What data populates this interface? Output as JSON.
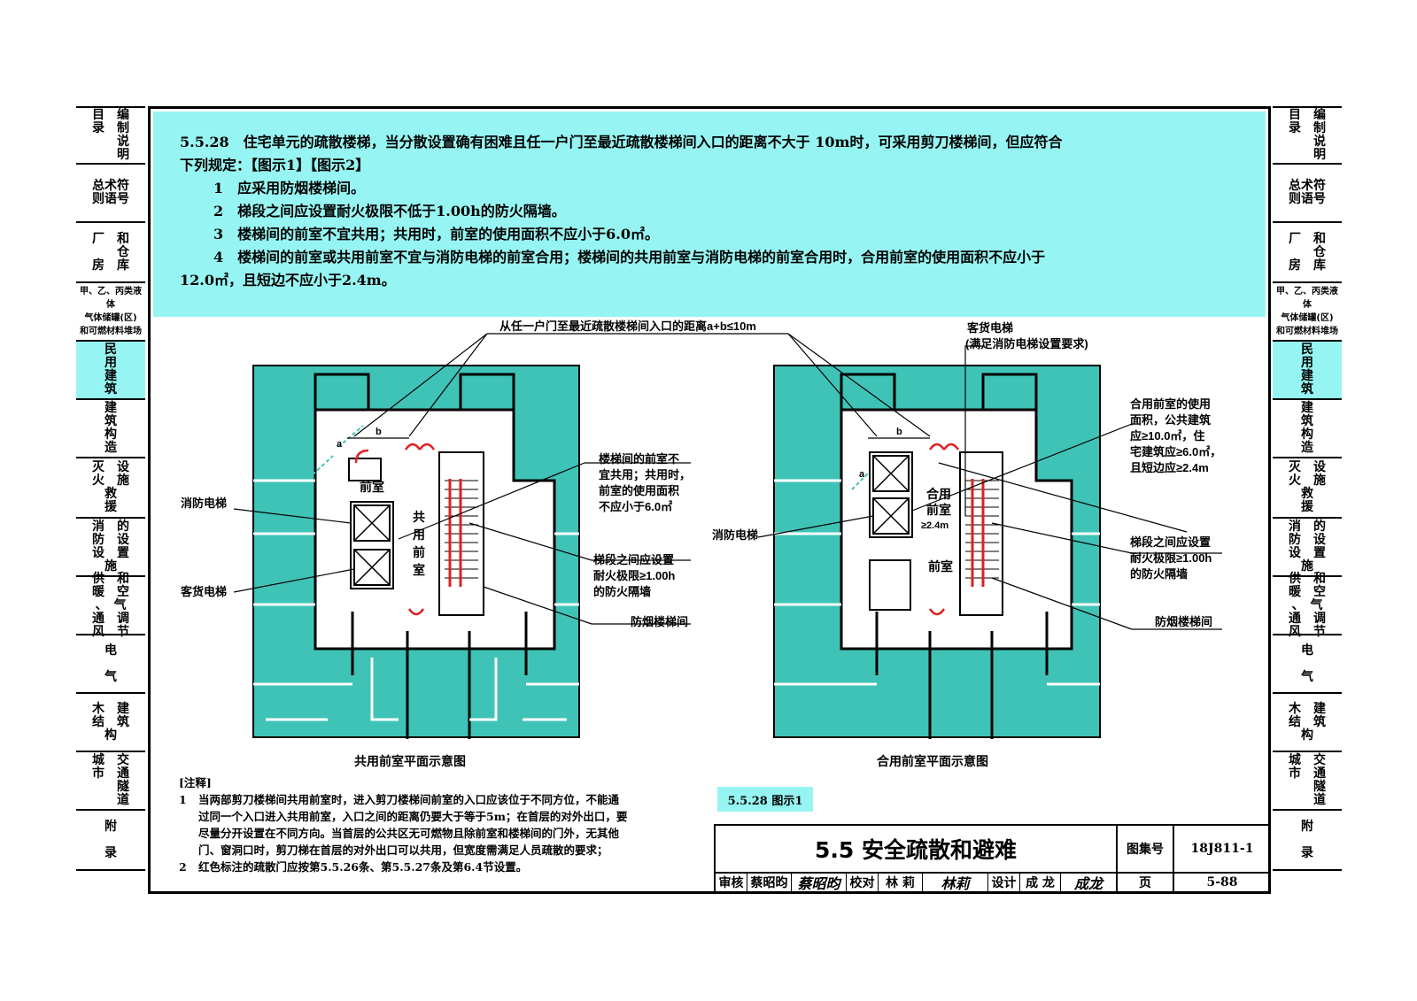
{
  "side_tabs": [
    "目　编\n录　制\n　　说\n　　明",
    "总术符\n则语号",
    "厂　和\n　　仓\n房　库",
    "甲、乙、丙类液体\n气体储罐(区)\n和可燃材料堆场",
    "民\n用\n建\n筑",
    "建\n筑\n构\n造",
    "灭　设\n火　施\n救\n援",
    "消　的\n防　设\n设　置\n施",
    "供　和\n暖　空\n、　气\n通　调\n风　节",
    "电\n\n气",
    "木　建\n结　筑\n构",
    "城　交\n市　通\n　　隧\n　　道",
    "附\n\n录"
  ],
  "active_tab": 4,
  "header": {
    "line1": "5.5.28　住宅单元的疏散楼梯，当分散设置确有困难且任一户门至最近疏散楼梯间入口的距离不大于 10m时，可采用剪刀楼梯间，但应符合",
    "line2": "下列规定：【图示1】【图示2】",
    "line3": "1　应采用防烟楼梯间。",
    "line4": "2　梯段之间应设置耐火极限不低于1.00h的防火隔墙。",
    "line5": "3　楼梯间的前室不宜共用；共用时，前室的使用面积不应小于6.0㎡。",
    "line6": "4　楼梯间的前室或共用前室不宜与消防电梯的前室合用；楼梯间的共用前室与消防电梯的前室合用时，合用前室的使用面积不应小于",
    "line7": "12.0㎡，且短边不应小于2.4m。"
  },
  "labels": {
    "top_dim": "从任一户门至最近疏散楼梯间入口的距离a+b≤10m",
    "guest_elevator_right": "客货电梯",
    "guest_elevator_right_sub": "(满足消防电梯设置要求)",
    "left_note1": "楼梯间的前室不",
    "left_note2": "宜共用；共用时，",
    "left_note3": "前室的使用面积",
    "left_note4": "不应小于6.0㎡",
    "fire_elevator": "消防电梯",
    "guest_elevator": "客货电梯",
    "wall_note1": "梯段之间应设置",
    "wall_note2": "耐火极限≥1.00h",
    "wall_note3": "的防火隔墙",
    "smoke_stair": "防烟楼梯间",
    "shared_lobby_note1": "合用前室的使用",
    "shared_lobby_note2": "面积，公共建筑",
    "shared_lobby_note3": "应≥10.0㎡，住",
    "shared_lobby_note4": "宅建筑应≥6.0㎡，",
    "shared_lobby_note5": "且短边应≥2.4m",
    "anteroom": "前室",
    "shared_anteroom": "共\n用\n前\n室",
    "combined_anteroom": "合用\n前室",
    "dim_24": "≥2.4m",
    "dim_a": "a",
    "dim_b": "b",
    "caption_left": "共用前室平面示意图",
    "caption_right": "合用前室平面示意图"
  },
  "notes": {
    "heading": "[注释]",
    "items": [
      {
        "n": "1",
        "lines": [
          "当两部剪刀楼梯间共用前室时，进入剪刀楼梯间前室的入口应该位于不同方位，不能通",
          "过同一个入口进入共用前室，入口之间的距离仍要大于等于5m；在首层的对外出口，要",
          "尽量分开设置在不同方向。当首层的公共区无可燃物且除前室和楼梯间的门外，无其他",
          "门、窗洞口时，剪刀梯在首层的对外出口可以共用，但宽度需满足人员疏散的要求；"
        ]
      },
      {
        "n": "2",
        "lines": [
          "红色标注的疏散门应按第5.5.26条、第5.5.27条及第6.4节设置。"
        ]
      }
    ]
  },
  "figure_tag": "5.5.28 图示1",
  "title_block": {
    "title": "5.5 安全疏散和避难",
    "atlas_label": "图集号",
    "atlas_no": "18J811-1",
    "review_label": "审核",
    "review_name": "蔡昭昀",
    "review_sig": "蔡昭昀",
    "check_label": "校对",
    "check_name": "林 莉",
    "check_sig": "林莉",
    "design_label": "设计",
    "design_name": "成 龙",
    "design_sig": "成龙",
    "page_label": "页",
    "page_no": "5-88"
  },
  "colors": {
    "cyan": "#96f5f2",
    "teal": "#3fc3b7",
    "red": "#e0201f"
  }
}
